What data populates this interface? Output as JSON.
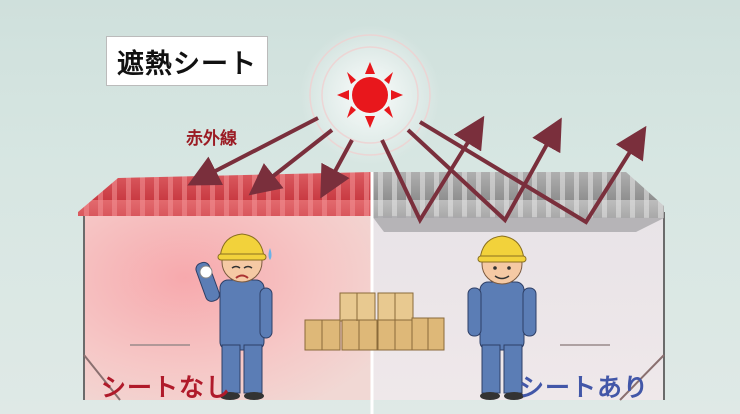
{
  "title": "遮熱シート",
  "infrared_label": "赤外線",
  "left_caption": "シートなし",
  "right_caption": "シートあり",
  "icons": [
    "sun-icon",
    "worker-hot-icon",
    "worker-cool-icon",
    "boxes-icon"
  ],
  "colors": {
    "hot": "#b01a2a",
    "cool": "#4257a8",
    "arrow": "#7a2f3c",
    "sun": "#e8171c"
  }
}
